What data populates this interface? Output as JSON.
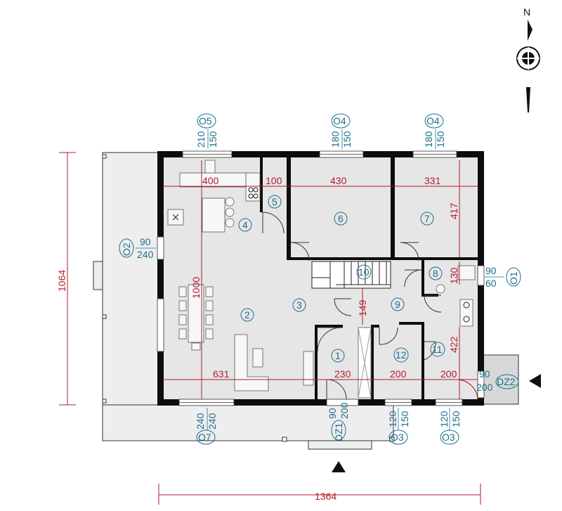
{
  "compass": {
    "label": "N"
  },
  "rooms": [
    {
      "num": "1"
    },
    {
      "num": "2"
    },
    {
      "num": "3"
    },
    {
      "num": "4"
    },
    {
      "num": "5"
    },
    {
      "num": "6"
    },
    {
      "num": "7"
    },
    {
      "num": "8"
    },
    {
      "num": "9"
    },
    {
      "num": "10"
    },
    {
      "num": "11"
    },
    {
      "num": "12"
    }
  ],
  "dimensions": {
    "overall_width": "1364",
    "overall_depth": "1064",
    "interior_depth": "1000",
    "kitchen_width": "400",
    "pantry_width": "100",
    "room6_width": "430",
    "room7_width": "331",
    "room7_depth": "417",
    "living_width": "631",
    "room1_width": "230",
    "room12_width": "200",
    "room11_width": "200",
    "room11_depth": "422",
    "stair_depth": "149",
    "bath_depth": "130"
  },
  "openings": [
    {
      "code": "O5",
      "w": "210",
      "h": "150"
    },
    {
      "code": "O4",
      "w": "180",
      "h": "150"
    },
    {
      "code": "O4",
      "w": "180",
      "h": "150"
    },
    {
      "code": "O2",
      "w": "90",
      "h": "240"
    },
    {
      "code": "O1",
      "w": "90",
      "h": "60"
    },
    {
      "code": "O7",
      "w": "240",
      "h": "240"
    },
    {
      "code": "DZ1",
      "w": "90",
      "h": "200"
    },
    {
      "code": "O3",
      "w": "120",
      "h": "150"
    },
    {
      "code": "O3",
      "w": "120",
      "h": "150"
    },
    {
      "code": "DZ2",
      "w": "90",
      "h": "200"
    }
  ]
}
